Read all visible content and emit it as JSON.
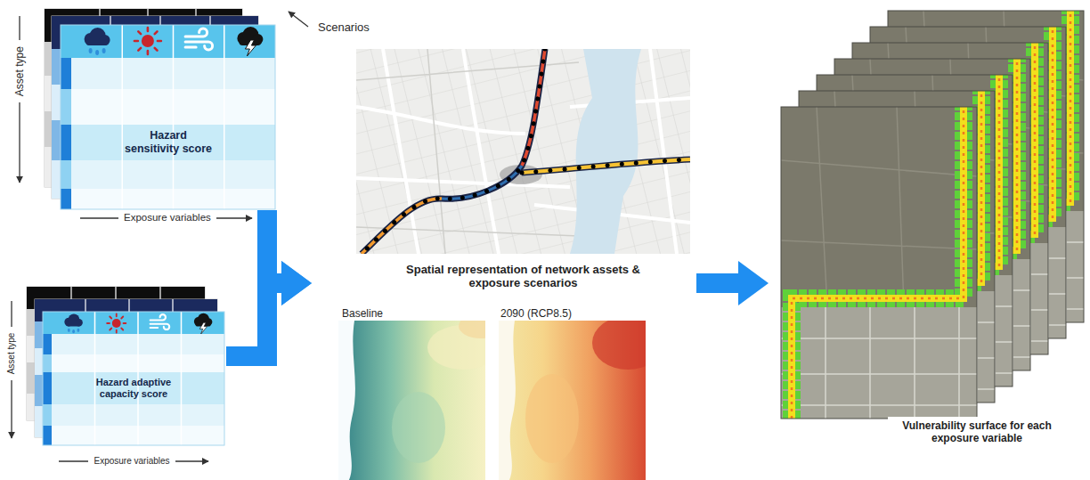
{
  "diagram": {
    "nodes": [
      {
        "text": [
          "Hazard sensitivity score"
        ]
      },
      {
        "text": [
          "Hazard adaptive capacity score"
        ]
      },
      {
        "text": [
          "Spatial representation of network assets & exposure scenarios"
        ]
      },
      {
        "text": [
          "Baseline"
        ]
      },
      {
        "text": [
          "2090 (RCP8.5)"
        ]
      },
      {
        "text": [
          "Vulnerability surface for each exposure variable"
        ]
      }
    ],
    "edges": [
      {
        "from": 0,
        "to": 2,
        "arrow": "to"
      },
      {
        "from": 1,
        "to": 2,
        "arrow": "to"
      },
      {
        "from": 2,
        "to": 5,
        "arrow": "to"
      }
    ],
    "labels": [
      "Scenarios",
      "Asset type",
      "Exposure variables",
      "Asset type",
      "Exposure variables"
    ]
  }
}
